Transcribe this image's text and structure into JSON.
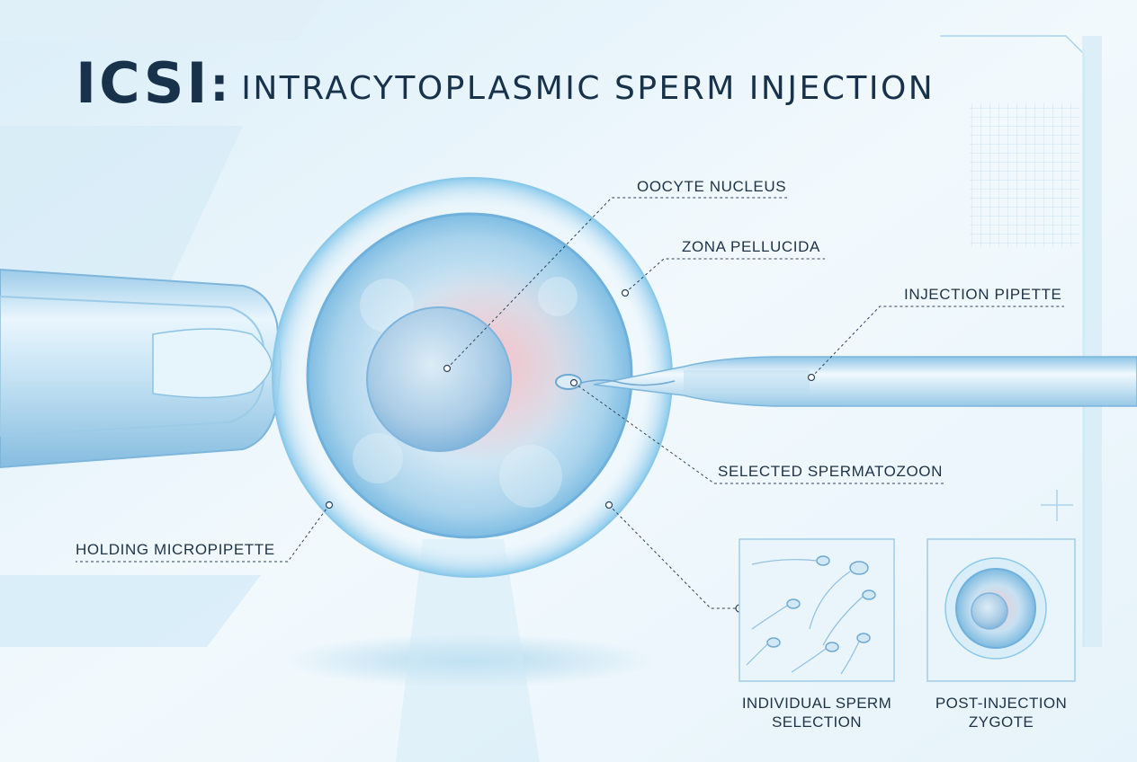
{
  "title": {
    "abbr": "ICSI",
    "separator": ":",
    "rest": "INTRACYTOPLASMIC SPERM INJECTION"
  },
  "labels": {
    "oocyte_nucleus": "OOCYTE NUCLEUS",
    "zona_pellucida": "ZONA PELLUCIDA",
    "injection_pipette": "INJECTION PIPETTE",
    "selected_spermatozoon": "SELECTED SPERMATOZOON",
    "holding_micropipette": "HOLDING MICROPIPETTE"
  },
  "insets": {
    "sperm_selection": {
      "line1": "INDIVIDUAL SPERM",
      "line2": "SELECTION"
    },
    "zygote": {
      "line1": "POST-INJECTION",
      "line2": "ZYGOTE"
    }
  },
  "colors": {
    "background": "#eef7fc",
    "title_text": "#17324a",
    "label_text": "#1f3346",
    "accent": "#8fc6e6",
    "nucleus_glow": "#f3c4c8"
  }
}
